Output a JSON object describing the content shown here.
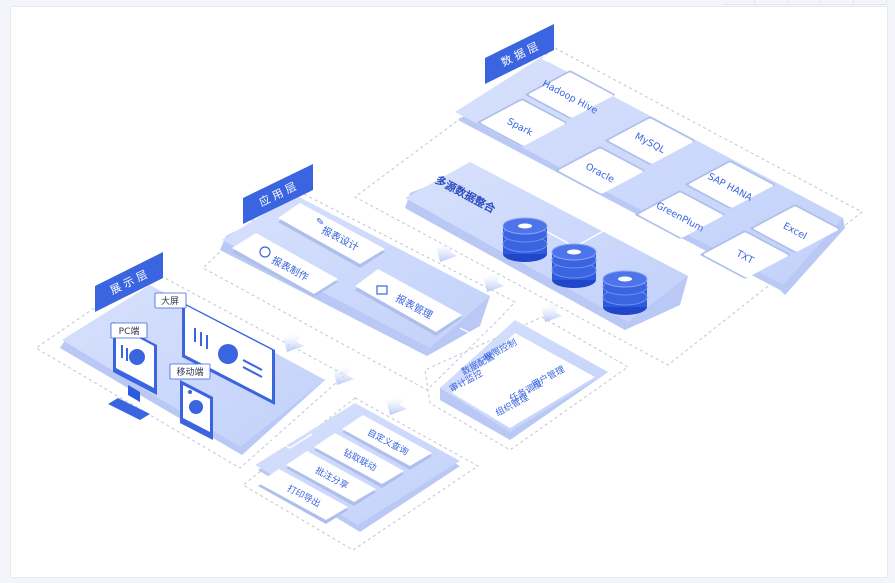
{
  "layers": {
    "data": {
      "title": "数 据 层",
      "sources": [
        "Hadoop Hive",
        "Spark",
        "MySQL",
        "Oracle",
        "SAP HANA",
        "GreenPlum",
        "Excel",
        "TXT"
      ],
      "integration": "多源数据整合"
    },
    "app": {
      "title": "应 用 层",
      "modules": [
        "报表设计",
        "报表制作",
        "报表管理"
      ],
      "functions": [
        "权限控制",
        "用户管理",
        "数据配置",
        "任务调度",
        "审计监控",
        "组织管理"
      ]
    },
    "display": {
      "title": "展 示 层",
      "devices": [
        "PC端",
        "大屏",
        "移动端"
      ],
      "functions": [
        "自定义查询",
        "钻取联动",
        "批注分享",
        "打印导出"
      ]
    }
  },
  "colors": {
    "accent": "#3a64e0",
    "platform": "#c9d6fb",
    "card": "#ffffff",
    "card_text": "#3a64e0",
    "dash": "#c0c6d2"
  }
}
